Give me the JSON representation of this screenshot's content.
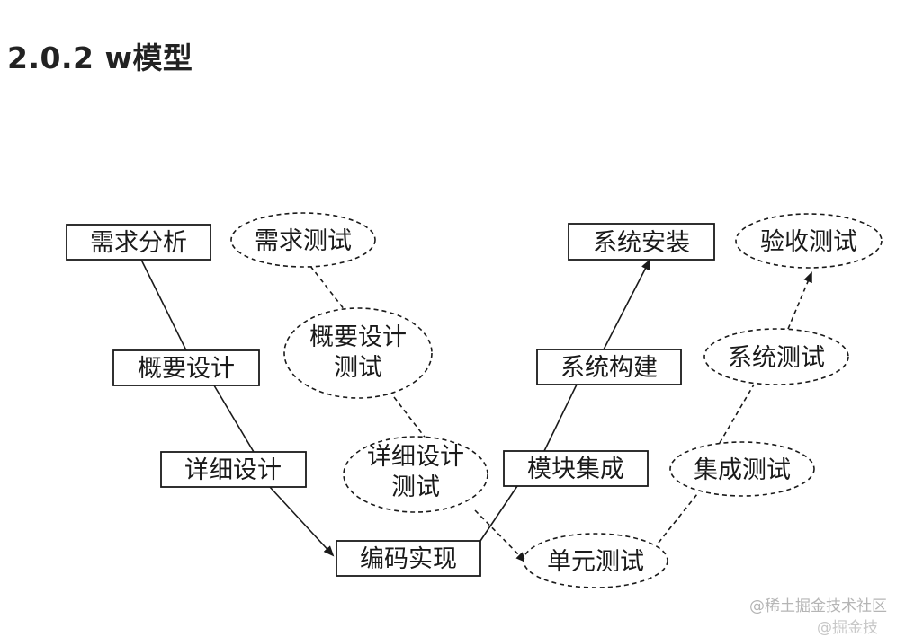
{
  "title": "2.0.2 w模型",
  "dev_nodes": {
    "req_analysis": "需求分析",
    "outline_design": "概要设计",
    "detail_design": "详细设计",
    "coding": "编码实现",
    "module_integration": "模块集成",
    "system_build": "系统构建",
    "system_install": "系统安装"
  },
  "test_nodes": {
    "req_test": "需求测试",
    "outline_test_l1": "概要设计",
    "outline_test_l2": "测试",
    "detail_test_l1": "详细设计",
    "detail_test_l2": "测试",
    "unit_test": "单元测试",
    "integration_test": "集成测试",
    "system_test": "系统测试",
    "acceptance_test": "验收测试"
  },
  "watermark": {
    "line1": "@稀土掘金技术社区",
    "line2": "@掘金技"
  }
}
